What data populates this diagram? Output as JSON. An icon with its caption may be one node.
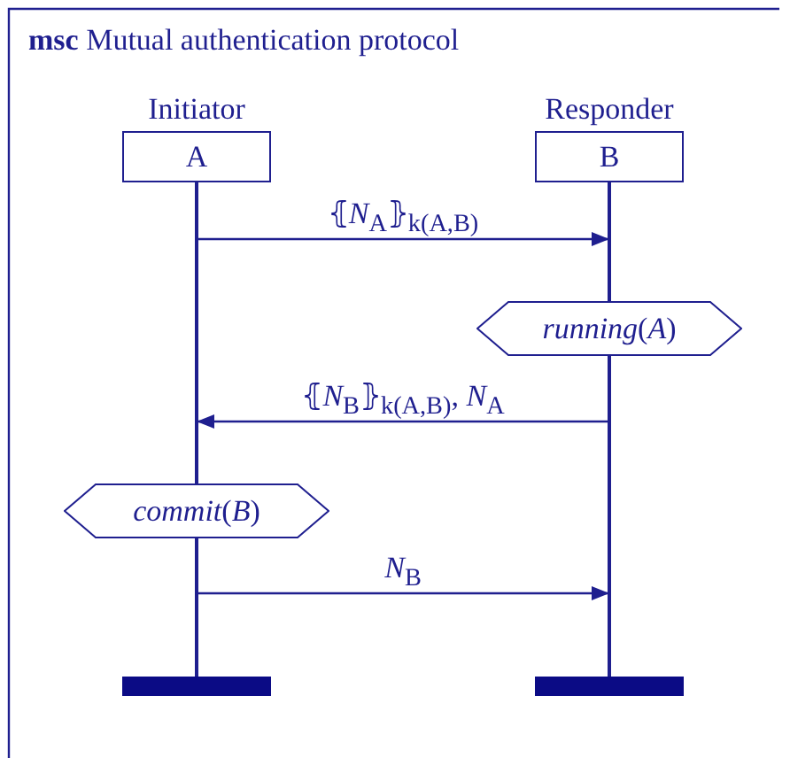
{
  "diagram": {
    "title": "**msc** Mutual authentication protocol",
    "nodes": [
      {
        "text": [
          "Initiator",
          "A"
        ]
      },
      {
        "text": [
          "Responder",
          "B"
        ]
      },
      {
        "text": [
          "*running*(*A*)"
        ]
      },
      {
        "text": [
          "*commit*(*B*)"
        ]
      },
      {
        "text": [],
        "shape": "bar"
      },
      {
        "text": [],
        "shape": "bar"
      },
      {
        "text": [],
        "shape": "line"
      },
      {
        "text": [],
        "shape": "line"
      },
      {
        "text": [],
        "shape": "line"
      },
      {
        "text": [],
        "shape": "line"
      }
    ],
    "edges": [
      {
        "from": 6,
        "to": 8,
        "arrow": "to",
        "label": "⦃*N*$_{A}$⦄$_{k(A,B)}$"
      },
      {
        "from": 9,
        "to": 6,
        "arrow": "to",
        "label": "⦃*N*$_{B}$⦄$_{k(A,B)}$, *N*$_{A}$"
      },
      {
        "from": 7,
        "to": 9,
        "arrow": "to",
        "label": "*N*$_{B}$"
      }
    ]
  }
}
